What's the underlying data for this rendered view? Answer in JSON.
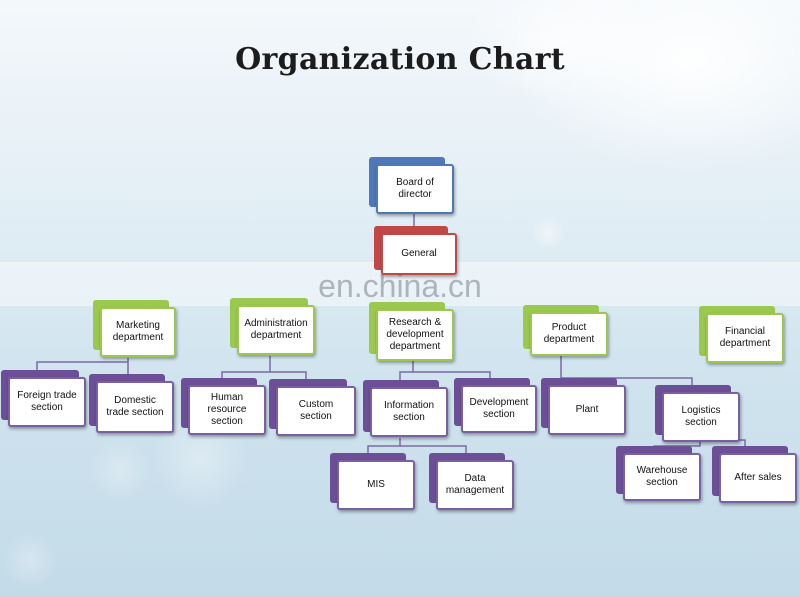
{
  "title": "Organization Chart",
  "watermark": "en.china.cn",
  "colors": {
    "board": "#4f78b8",
    "general": "#c24848",
    "department": "#9bc84e",
    "section": "#6c4f96",
    "connector": "#7b6aa6"
  },
  "nodes": {
    "board": "Board of director",
    "general": "General",
    "marketing": "Marketing department",
    "administration": "Administration department",
    "research": "Research & development department",
    "product": "Product department",
    "financial": "Financial department",
    "foreign_trade": "Foreign trade section",
    "domestic_trade": "Domestic trade section",
    "human_resource": "Human resource section",
    "custom": "Custom section",
    "information": "Information section",
    "development": "Development section",
    "plant": "Plant",
    "logistics": "Logistics section",
    "mis": "MIS",
    "data_management": "Data management",
    "warehouse": "Warehouse section",
    "after_sales": "After sales"
  }
}
